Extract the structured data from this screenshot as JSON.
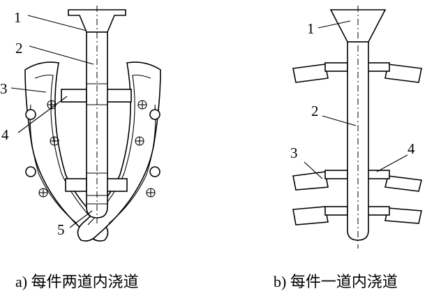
{
  "diagram": {
    "left": {
      "labels": [
        "1",
        "2",
        "3",
        "4",
        "5"
      ],
      "caption": "a) 每件两道内浇道"
    },
    "right": {
      "labels": [
        "1",
        "2",
        "3",
        "4"
      ],
      "caption": "b) 每件一道内浇道"
    }
  }
}
